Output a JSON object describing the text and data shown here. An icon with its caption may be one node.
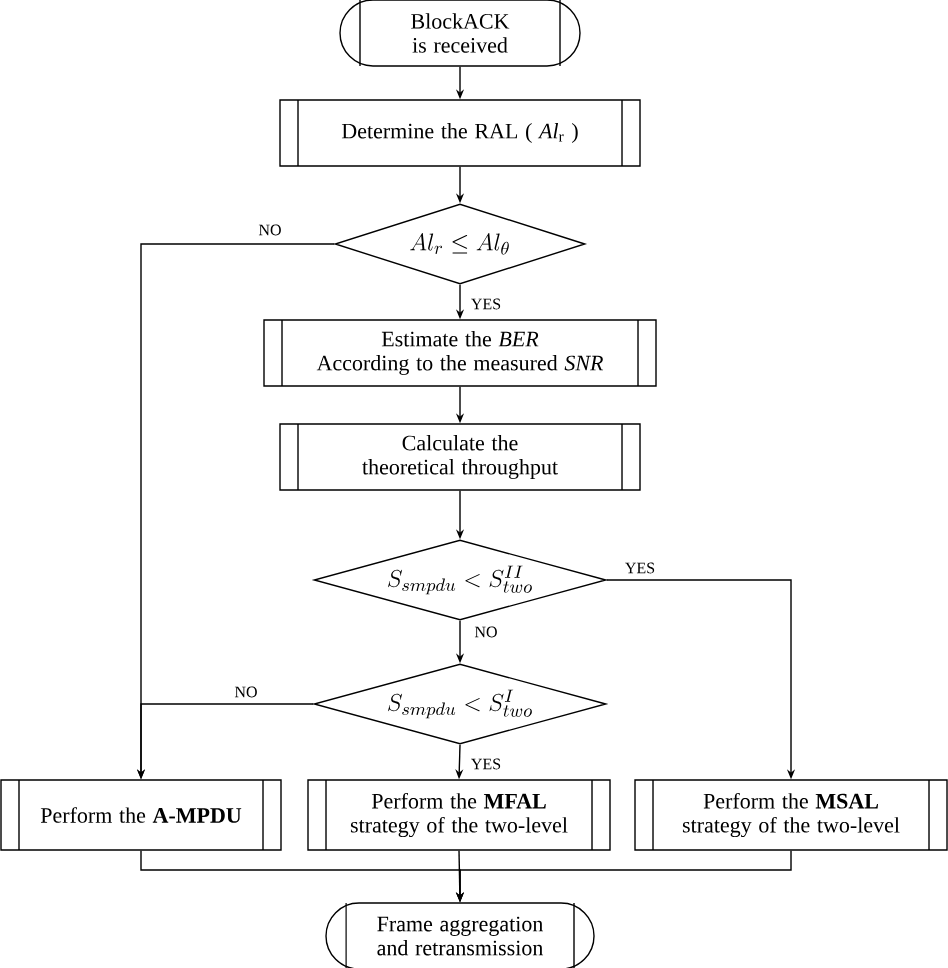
{
  "diagram": {
    "nodes": [
      {
        "text": [
          "BlockACK is received"
        ]
      },
      {
        "text": [
          "Determine the RAL ( *Al*$_{r}$ )"
        ]
      },
      {
        "text": [
          "Al_r \\le Al_\\theta"
        ]
      },
      {
        "text": [
          "Estimate the *BER*",
          "According to the measured *SNR*"
        ]
      },
      {
        "text": [
          "Calculate the theoretical throughput"
        ]
      },
      {
        "text": [
          "S_{smpdu} < S_{two}^{II}"
        ]
      },
      {
        "text": [
          "S_{smpdu} < S_{two}^{I}"
        ]
      },
      {
        "text": [
          "Perform the **A-MPDU**"
        ]
      },
      {
        "text": [
          "Perform the **MFAL** strategy of the two-level"
        ]
      },
      {
        "text": [
          "Perform the **MSAL** strategy of the two-level"
        ]
      },
      {
        "text": [
          "Frame aggregation and retransmission"
        ]
      }
    ],
    "edges": [
      {
        "from": 0,
        "to": 1,
        "arrow": "to"
      },
      {
        "from": 1,
        "to": 2,
        "arrow": "to"
      },
      {
        "from": 2,
        "to": 3,
        "arrow": "to",
        "label": "YES"
      },
      {
        "from": 2,
        "to": 7,
        "arrow": "to",
        "label": "NO"
      },
      {
        "from": 3,
        "to": 4,
        "arrow": "to"
      },
      {
        "from": 4,
        "to": 5,
        "arrow": "to"
      },
      {
        "from": 5,
        "to": 6,
        "arrow": "to",
        "label": "NO"
      },
      {
        "from": 5,
        "to": 9,
        "arrow": "to",
        "label": "YES"
      },
      {
        "from": 6,
        "to": 8,
        "arrow": "to",
        "label": "YES"
      },
      {
        "from": 6,
        "to": 7,
        "arrow": "to",
        "label": "NO"
      },
      {
        "from": 7,
        "to": 10,
        "arrow": "to"
      },
      {
        "from": 8,
        "to": 10,
        "arrow": "to"
      },
      {
        "from": 9,
        "to": 10,
        "arrow": "to"
      }
    ]
  }
}
